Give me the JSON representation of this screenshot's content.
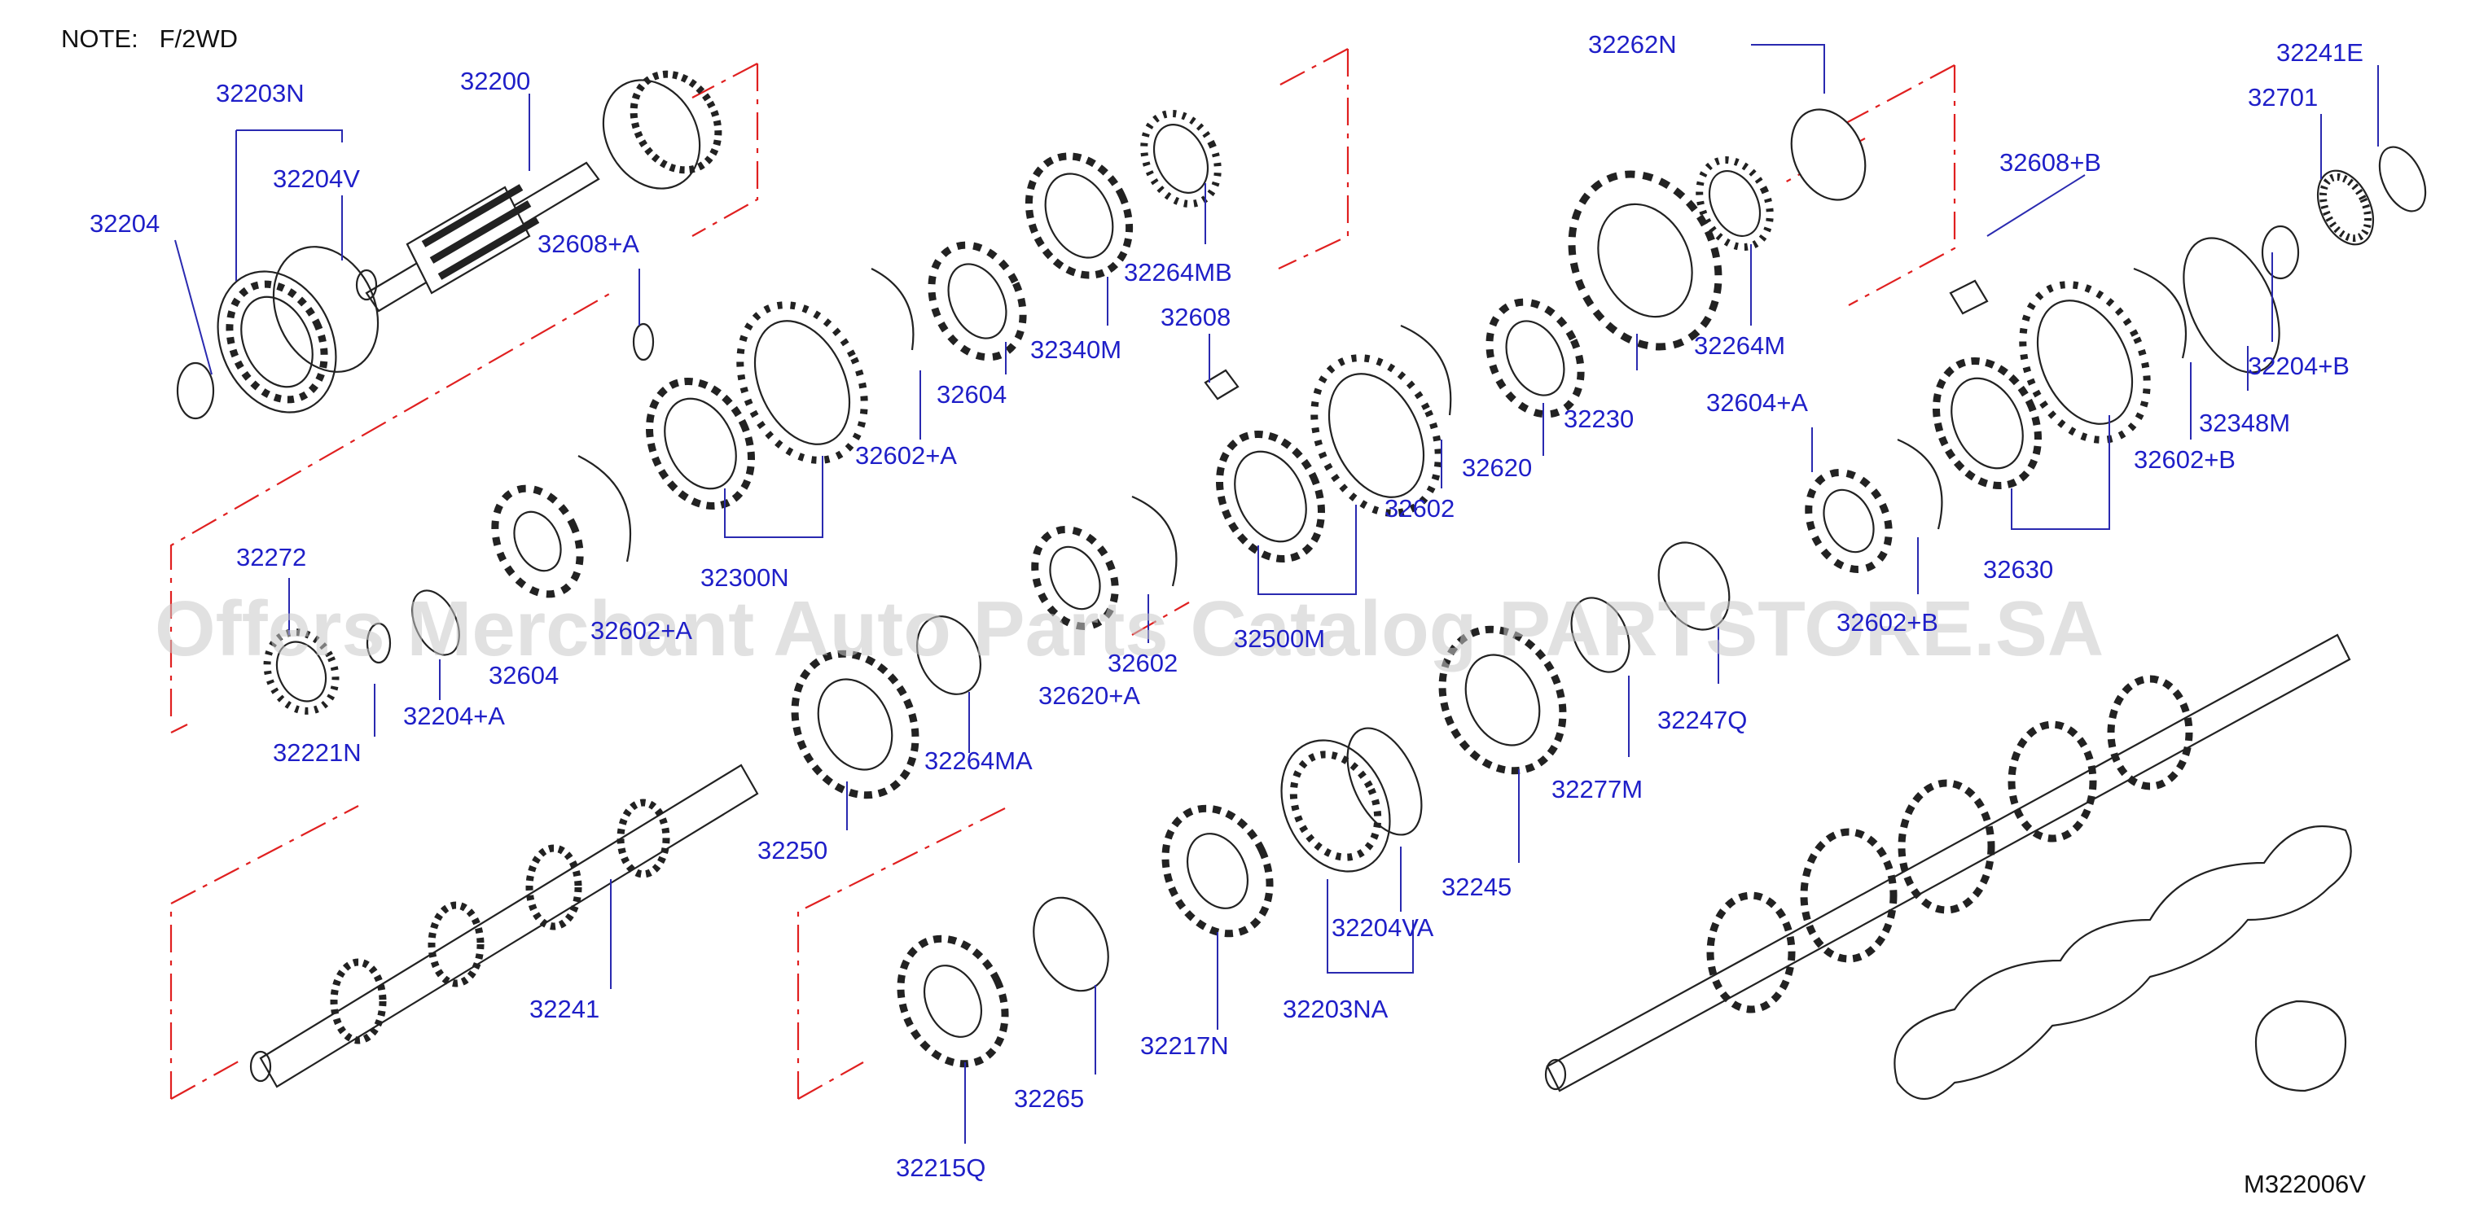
{
  "note": "NOTE:   F/2WD",
  "diagram_code": "M322006V",
  "watermark": "Offers Merchant Auto Parts Catalog PARTSTORE.SA",
  "callouts": [
    {
      "id": "c1",
      "label": "32203N"
    },
    {
      "id": "c2",
      "label": "32200"
    },
    {
      "id": "c3",
      "label": "32204V"
    },
    {
      "id": "c4",
      "label": "32204"
    },
    {
      "id": "c5",
      "label": "32608+A"
    },
    {
      "id": "c6",
      "label": "32272"
    },
    {
      "id": "c7",
      "label": "32604"
    },
    {
      "id": "c8",
      "label": "32602+A"
    },
    {
      "id": "c9",
      "label": "32300N"
    },
    {
      "id": "c10",
      "label": "32604"
    },
    {
      "id": "c11",
      "label": "32602+A"
    },
    {
      "id": "c12",
      "label": "32340M"
    },
    {
      "id": "c13",
      "label": "32264MB"
    },
    {
      "id": "c14",
      "label": "32608"
    },
    {
      "id": "c15",
      "label": "32221N"
    },
    {
      "id": "c16",
      "label": "32204+A"
    },
    {
      "id": "c17",
      "label": "32602"
    },
    {
      "id": "c18",
      "label": "32620+A"
    },
    {
      "id": "c19",
      "label": "32500M"
    },
    {
      "id": "c20",
      "label": "32602"
    },
    {
      "id": "c21",
      "label": "32620"
    },
    {
      "id": "c22",
      "label": "32264MA"
    },
    {
      "id": "c23",
      "label": "32250"
    },
    {
      "id": "c24",
      "label": "32241"
    },
    {
      "id": "c25",
      "label": "32262N"
    },
    {
      "id": "c26",
      "label": "32230"
    },
    {
      "id": "c27",
      "label": "32264M"
    },
    {
      "id": "c28",
      "label": "32241E"
    },
    {
      "id": "c29",
      "label": "32701"
    },
    {
      "id": "c30",
      "label": "32608+B"
    },
    {
      "id": "c31",
      "label": "32204+B"
    },
    {
      "id": "c32",
      "label": "32348M"
    },
    {
      "id": "c33",
      "label": "32602+B"
    },
    {
      "id": "c34",
      "label": "32604+A"
    },
    {
      "id": "c35",
      "label": "32630"
    },
    {
      "id": "c36",
      "label": "32602+B"
    },
    {
      "id": "c37",
      "label": "32247Q"
    },
    {
      "id": "c38",
      "label": "32277M"
    },
    {
      "id": "c39",
      "label": "32245"
    },
    {
      "id": "c40",
      "label": "32204VA"
    },
    {
      "id": "c41",
      "label": "32203NA"
    },
    {
      "id": "c42",
      "label": "32217N"
    },
    {
      "id": "c43",
      "label": "32265"
    },
    {
      "id": "c44",
      "label": "32215Q"
    }
  ]
}
